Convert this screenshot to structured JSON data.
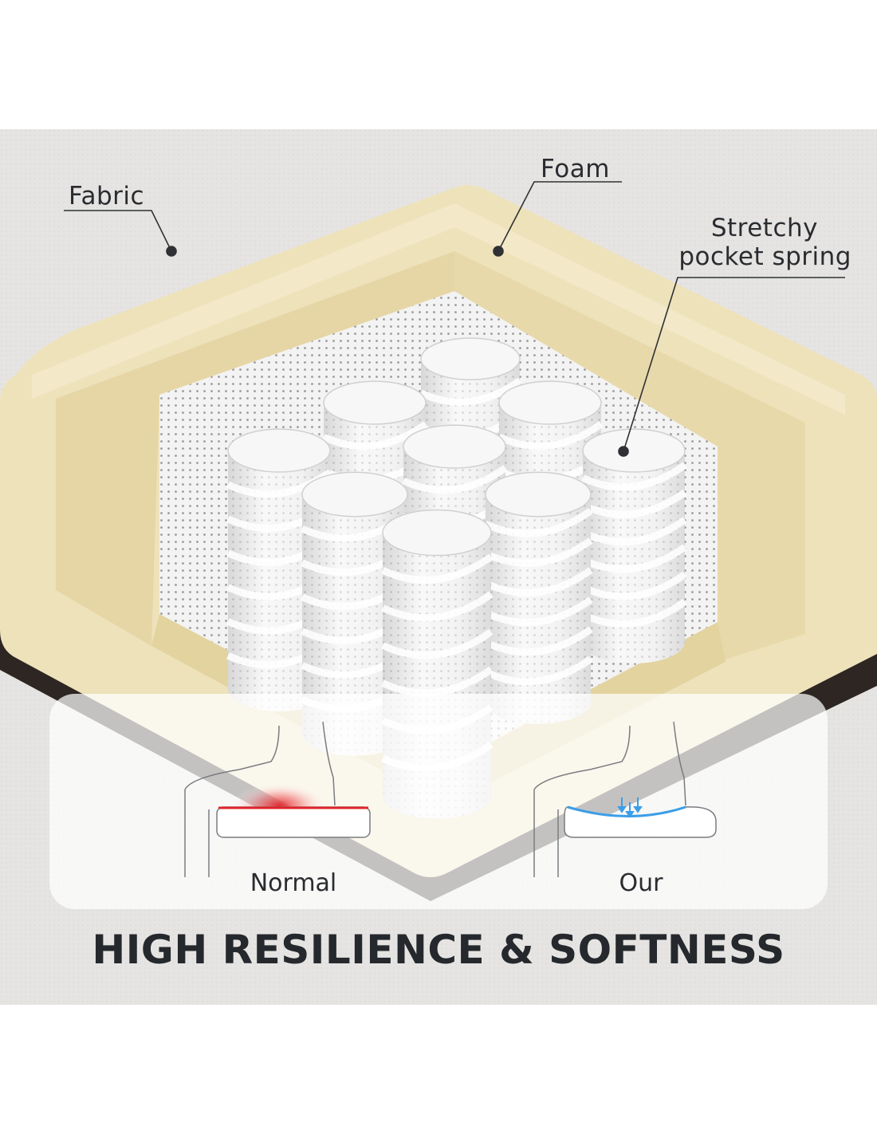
{
  "callouts": {
    "fabric": "Fabric",
    "foam": "Foam",
    "spring_line1": "Stretchy",
    "spring_line2": "pocket spring"
  },
  "comparison": {
    "normal_label": "Normal",
    "our_label": "Our"
  },
  "headline": "HIGH RESILIENCE & SOFTNESS",
  "colors": {
    "fabric": "#e4e3e1",
    "foam": "#eee2bb",
    "foam_cut": "#e3d3a2",
    "spring": "#f4f4f4",
    "pressure_red": "#e0242a",
    "support_blue": "#3b9ee8",
    "text": "#25282c"
  }
}
